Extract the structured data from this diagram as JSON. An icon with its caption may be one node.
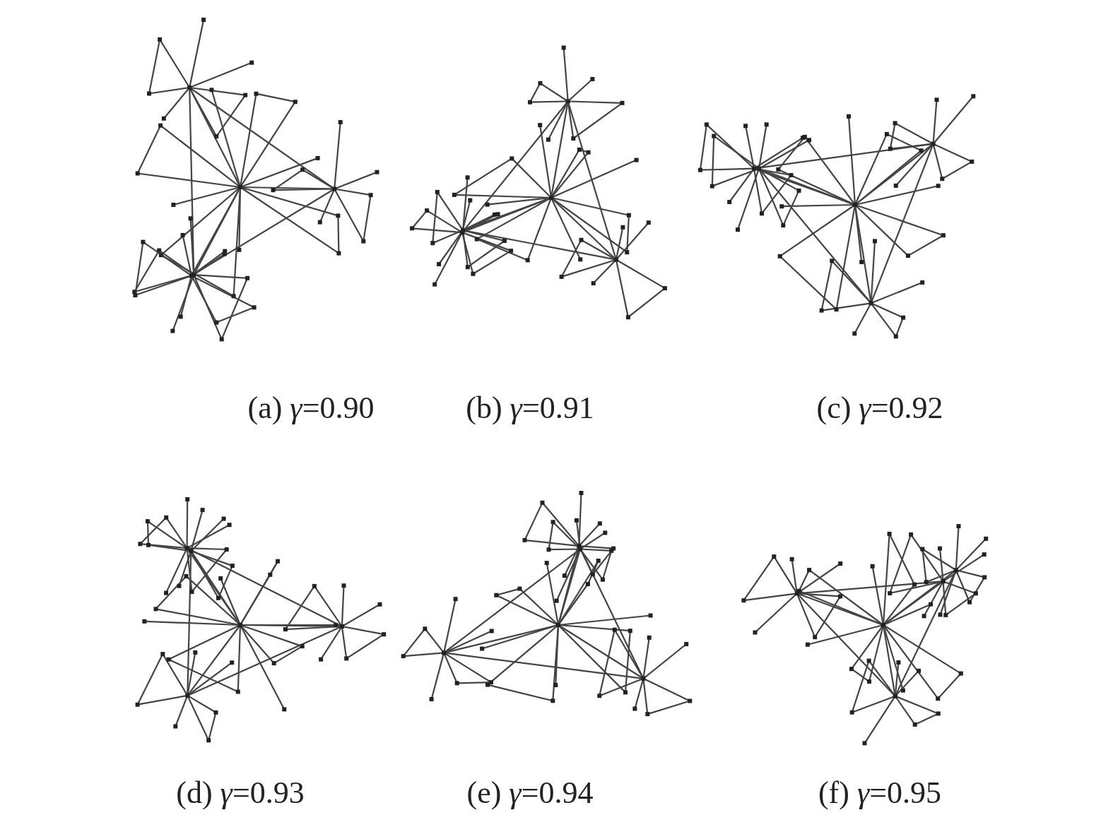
{
  "diagram": {
    "labels": [
      "(a) *γ*=0.90",
      "(b) *γ*=0.91",
      "(c) *γ*=0.92",
      "(d) *γ*=0.93",
      "(e) *γ*=0.94",
      "(f) *γ*=0.95"
    ]
  }
}
